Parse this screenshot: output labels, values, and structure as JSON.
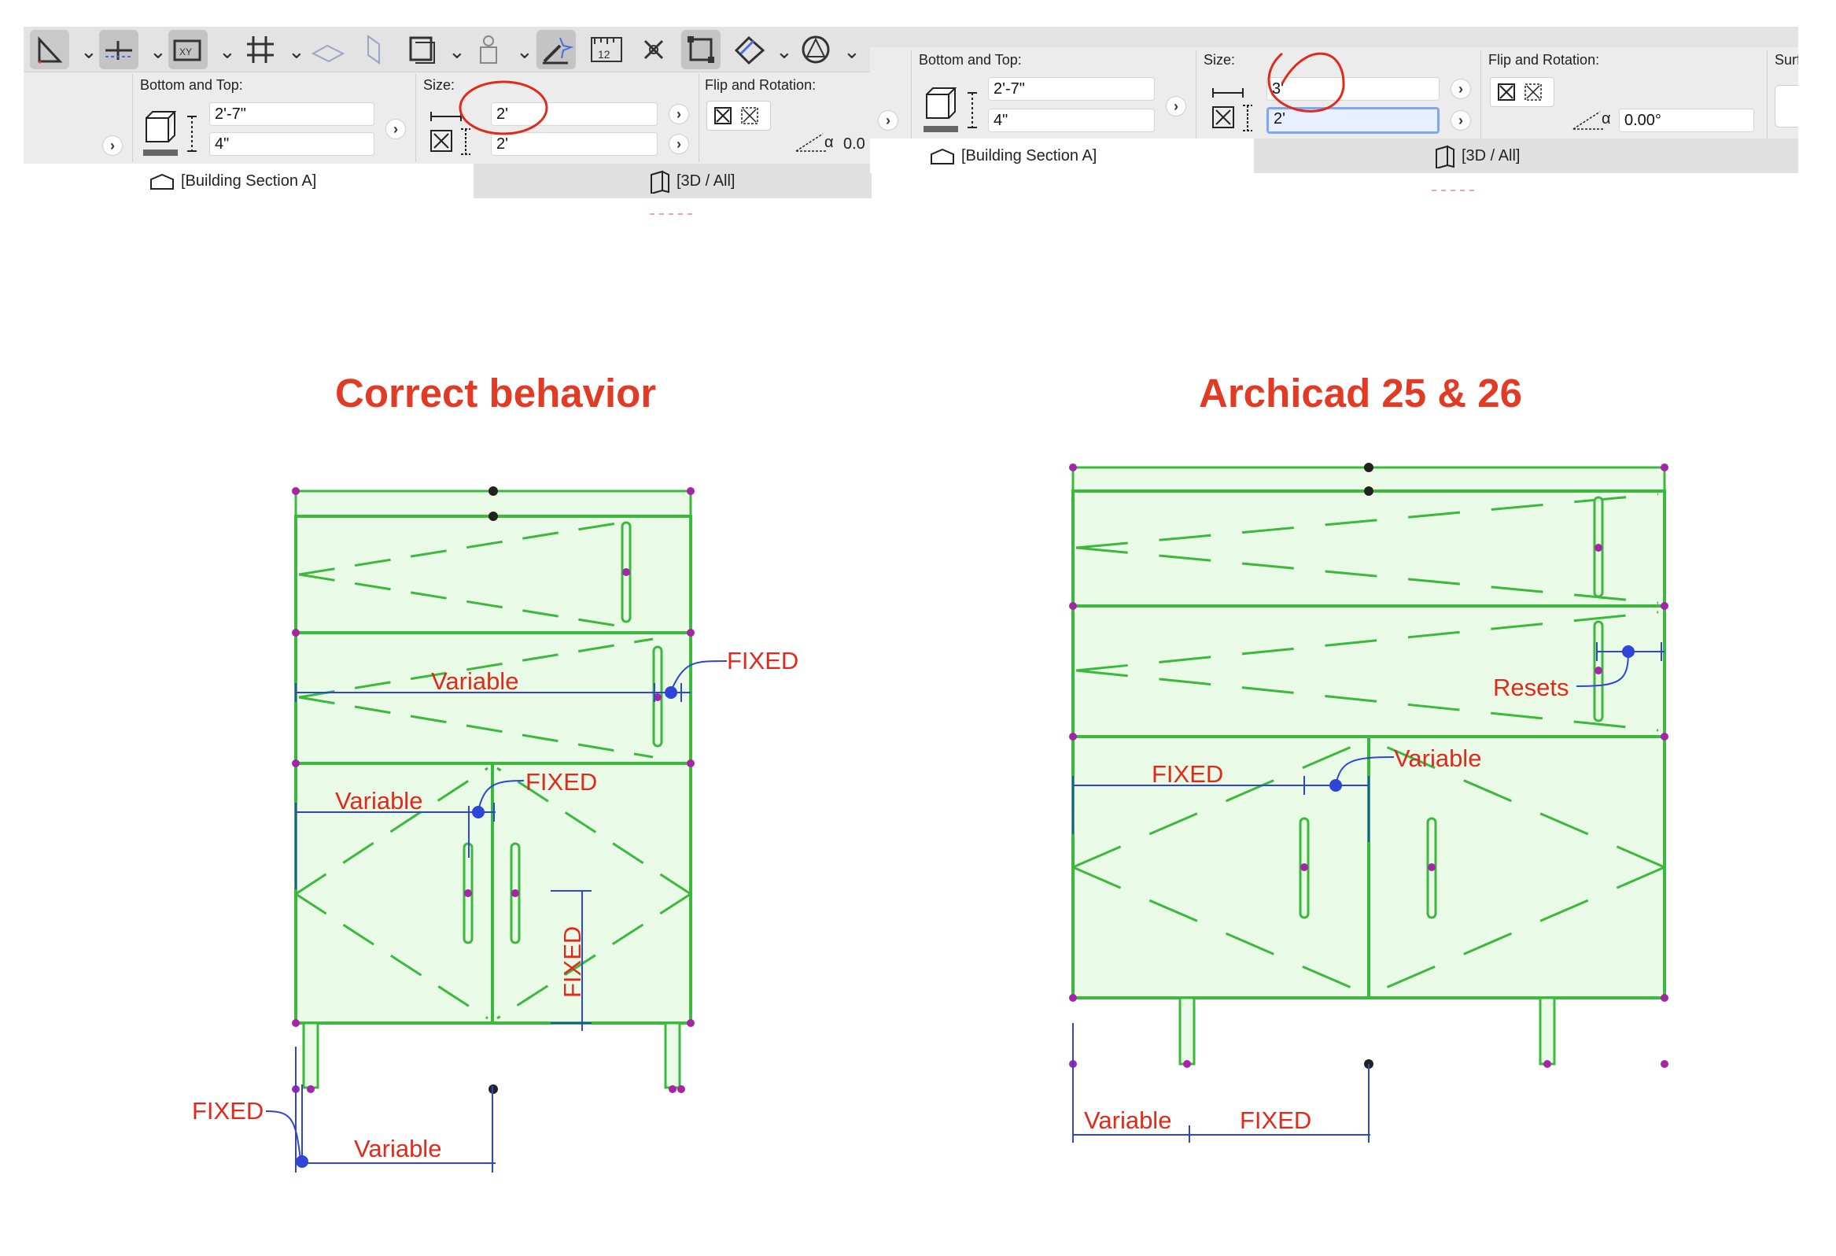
{
  "left_panel": {
    "bottom_top_label": "Bottom and Top:",
    "bottom_top_value1": "2'-7\"",
    "bottom_top_value2": "4\"",
    "size_label": "Size:",
    "size_value1": "2'",
    "size_value2": "2'",
    "flip_rotation_label": "Flip and Rotation:",
    "angle_symbol": "α",
    "rotation_value": "0.0",
    "tab_section": "[Building Section A]",
    "tab_3d": "[3D / All]"
  },
  "right_panel": {
    "bottom_top_label": "Bottom and Top:",
    "bottom_top_value1": "2'-7\"",
    "bottom_top_value2": "4\"",
    "size_label": "Size:",
    "size_value1": "3'",
    "size_value2": "2'",
    "flip_rotation_label": "Flip and Rotation:",
    "angle_symbol": "α",
    "rotation_value": "0.00°",
    "surface_label": "Surfa",
    "tab_section": "[Building Section A]",
    "tab_3d": "[3D / All]"
  },
  "toolbar_icons": [
    "angle-icon",
    "guide-line-icon",
    "coordinates-icon",
    "grid-snap-icon",
    "plane-icon",
    "wall-icon",
    "box-icon",
    "figure-icon",
    "magic-wand-icon",
    "ruler-icon",
    "scissors-icon",
    "selection-icon",
    "rotate-3d-icon",
    "shape-icon"
  ],
  "colors": {
    "annotation_red": "#e02a1b",
    "cabinet_green": "#3cb83c",
    "cabinet_fill": "#e9fbe6",
    "dimension_blue": "#2f45d8",
    "hotspot_purple": "#a624a6"
  },
  "diagrams": {
    "correct": {
      "title": "Correct behavior",
      "labels": {
        "variable_1": "Variable",
        "fixed_1": "FIXED",
        "variable_2": "Variable",
        "fixed_2": "FIXED",
        "fixed_vertical": "FIXED",
        "fixed_leg": "FIXED",
        "variable_leg": "Variable"
      }
    },
    "archicad": {
      "title": "Archicad 25 & 26",
      "labels": {
        "resets": "Resets",
        "fixed_door": "FIXED",
        "variable_door": "Variable",
        "variable_leg": "Variable",
        "fixed_leg": "FIXED"
      }
    }
  }
}
